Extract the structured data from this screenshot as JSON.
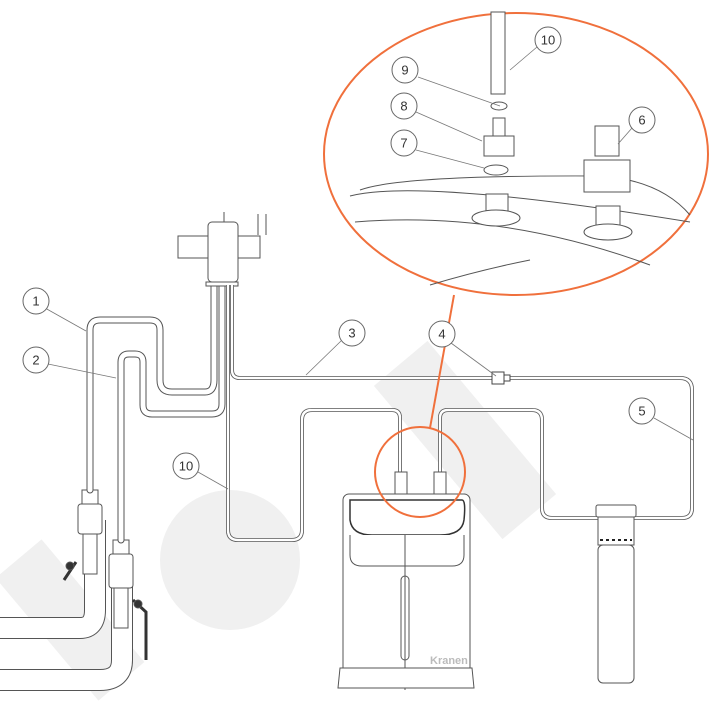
{
  "diagram": {
    "brand_label": "Kranen",
    "accent_color": "#f0703c",
    "callouts": {
      "c1": "1",
      "c2": "2",
      "c3": "3",
      "c4": "4",
      "c5": "5",
      "c10_main": "10",
      "c6": "6",
      "c7": "7",
      "c8": "8",
      "c9": "9",
      "c10_detail": "10"
    }
  }
}
